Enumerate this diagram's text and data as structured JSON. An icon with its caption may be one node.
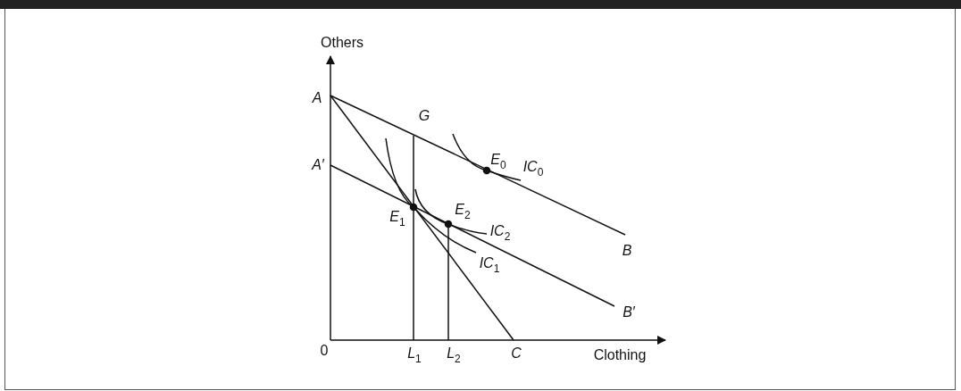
{
  "diagram": {
    "labels": [
      "Others",
      "A",
      "G",
      "A′",
      "*E*$_{0}$",
      "*IC*$_{0}$",
      "*E*$_{1}$",
      "*E*$_{2}$",
      "*IC*$_{2}$",
      "B",
      "*IC*$_{1}$",
      "B′",
      "0",
      "*L*$_{1}$",
      "*L*$_{2}$",
      "C",
      "Clothing"
    ]
  }
}
